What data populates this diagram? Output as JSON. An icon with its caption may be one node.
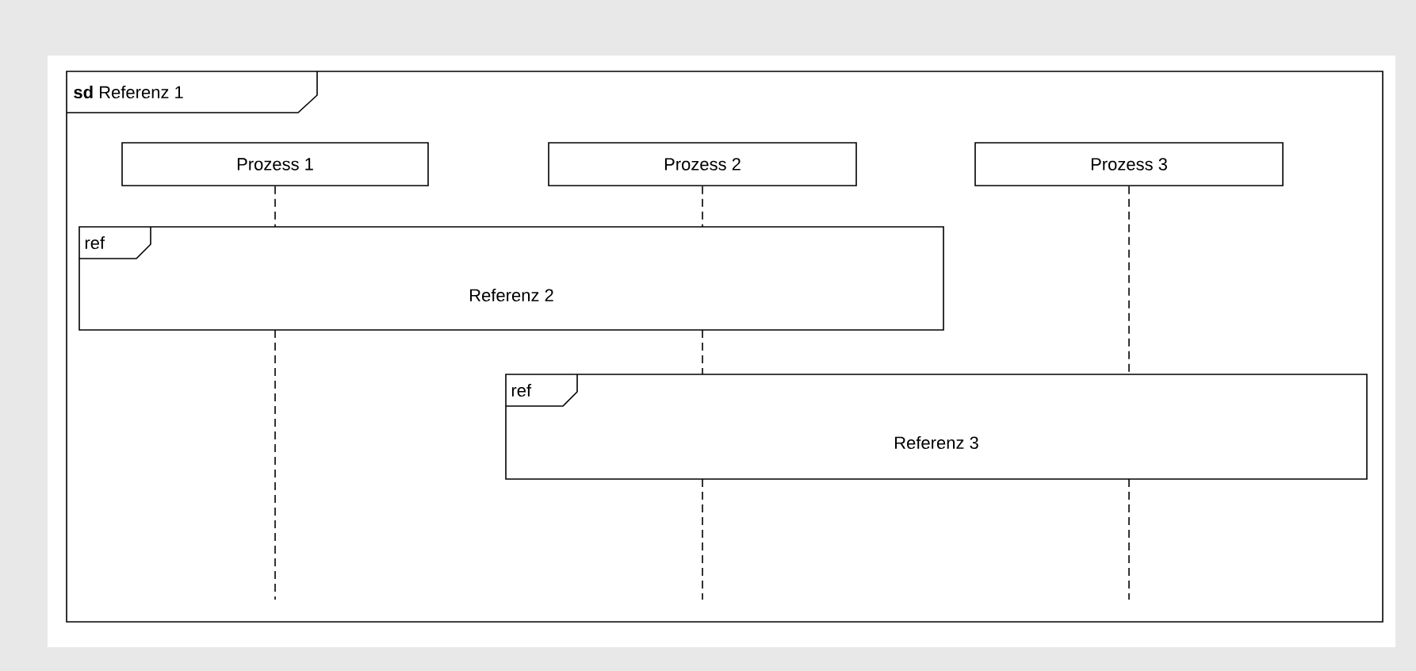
{
  "diagram": {
    "nodes": [
      {
        "text": [
          "**sd** Referenz 1"
        ]
      },
      {
        "text": [
          "Prozess 1"
        ],
        "in": 0
      },
      {
        "text": [
          "Prozess 2"
        ],
        "in": 0
      },
      {
        "text": [
          "Prozess 3"
        ],
        "in": 0
      },
      {
        "text": [
          "ref",
          "Referenz 2"
        ],
        "in": 0
      },
      {
        "text": [
          "ref",
          "Referenz 3"
        ],
        "in": 0
      }
    ],
    "edges": [
      {
        "from": 1,
        "to": null,
        "arrow": "none",
        "style": "dashed"
      },
      {
        "from": 2,
        "to": null,
        "arrow": "none",
        "style": "dashed"
      },
      {
        "from": 3,
        "to": null,
        "arrow": "none",
        "style": "dashed"
      }
    ]
  }
}
